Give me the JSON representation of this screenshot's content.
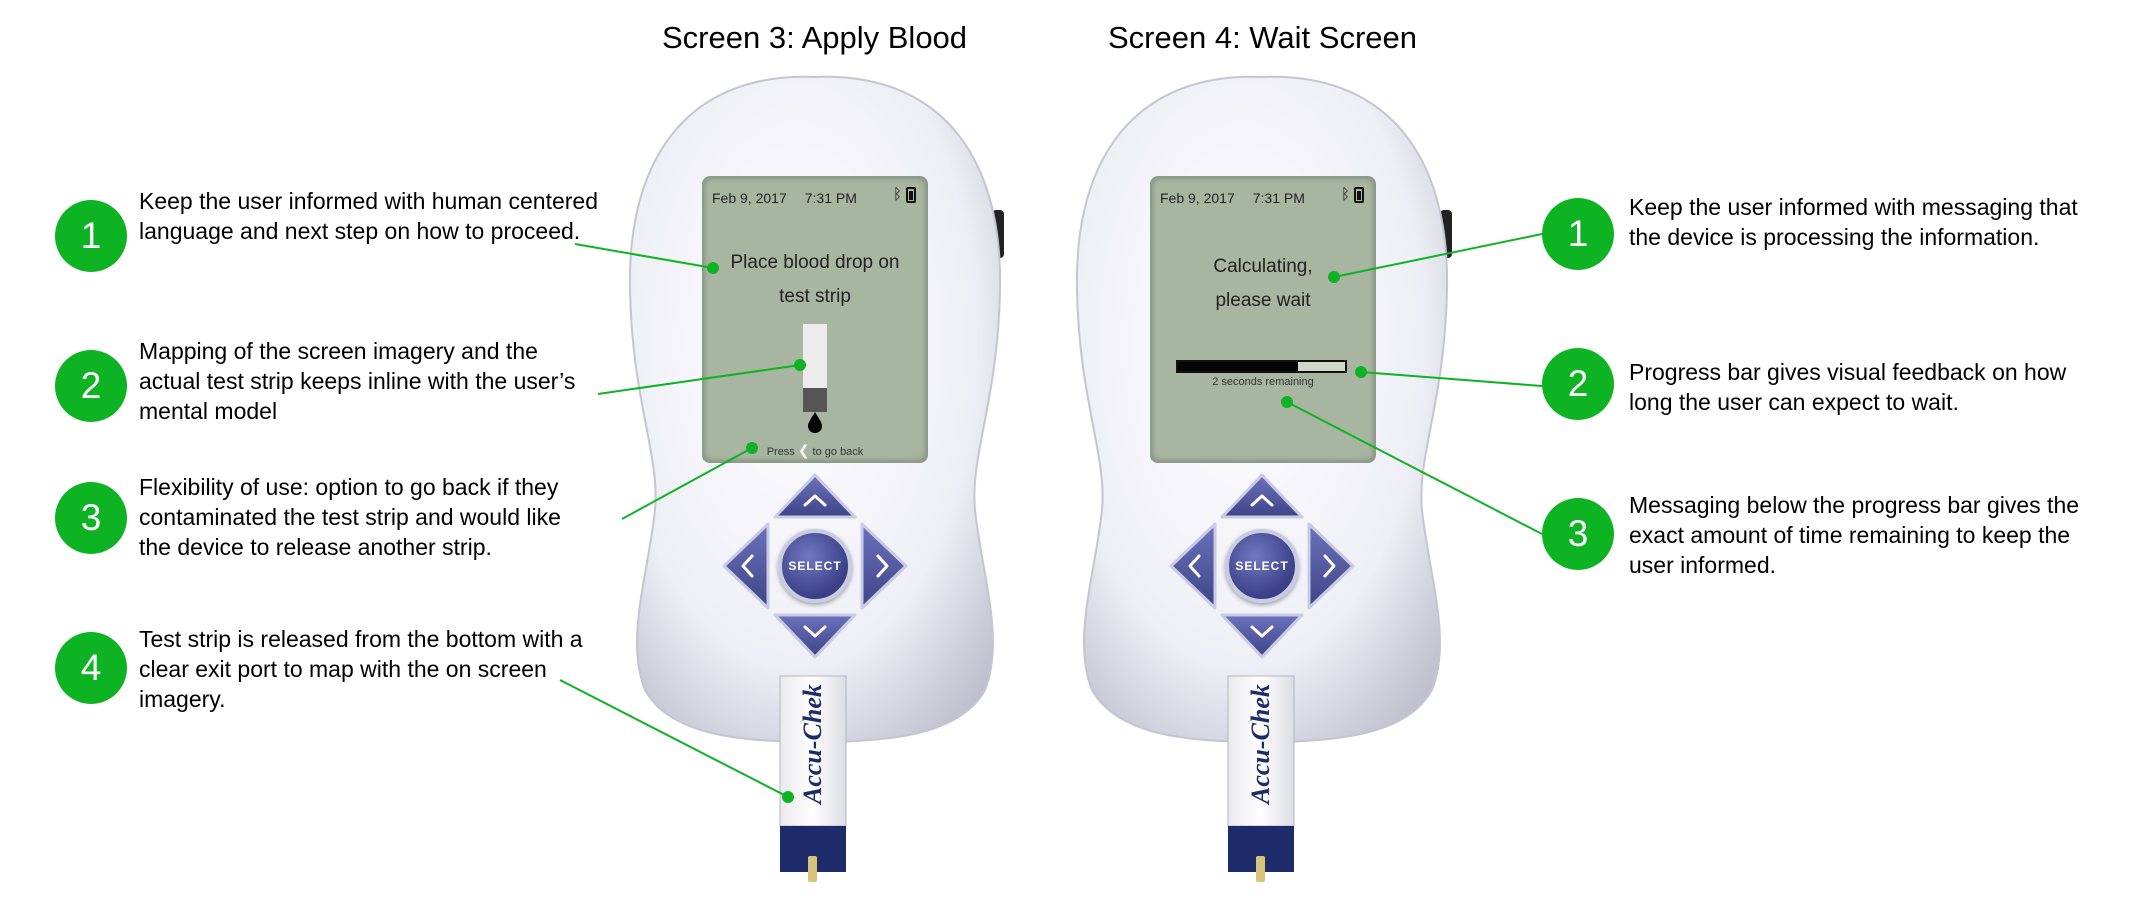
{
  "titles": {
    "screen3": "Screen 3: Apply Blood",
    "screen4": "Screen 4: Wait Screen"
  },
  "left_notes": [
    {
      "num": "1",
      "text": "Keep the user informed with human centered language and next step on how to proceed."
    },
    {
      "num": "2",
      "text": "Mapping of the screen imagery and the actual test strip keeps inline with the user’s mental model"
    },
    {
      "num": "3",
      "text": "Flexibility of use: option to go back if they contaminated the test strip and would like the device to release another strip."
    },
    {
      "num": "4",
      "text": "Test strip is released from the bottom with a clear exit port to map with the on screen imagery."
    }
  ],
  "right_notes": [
    {
      "num": "1",
      "text": "Keep the user informed with messaging that the device is processing the information."
    },
    {
      "num": "2",
      "text": "Progress bar gives visual feedback on how long the user can expect to wait."
    },
    {
      "num": "3",
      "text": "Messaging below the progress bar gives the exact amount of time remaining to keep the user informed."
    }
  ],
  "device3": {
    "date": "Feb 9, 2017",
    "time": "7:31 PM",
    "message_line1": "Place blood drop on",
    "message_line2": "test strip",
    "press": "Press",
    "go_back": "to go back",
    "select": "SELECT",
    "strip_brand": "Accu-Chek"
  },
  "device4": {
    "date": "Feb 9, 2017",
    "time": "7:31 PM",
    "message_line1": "Calculating,",
    "message_line2": "please wait",
    "remaining": "2 seconds remaining",
    "progress": 0.72,
    "select": "SELECT",
    "strip_brand": "Accu-Chek"
  },
  "colors": {
    "accent": "#0db323",
    "screen_bg": "#a7b5a1",
    "dpad": "#4c5196",
    "strip_blue": "#1d2b6b"
  },
  "icons": {
    "bluetooth": "bluetooth-icon",
    "battery": "battery-icon",
    "back": "chevron-left-icon"
  }
}
